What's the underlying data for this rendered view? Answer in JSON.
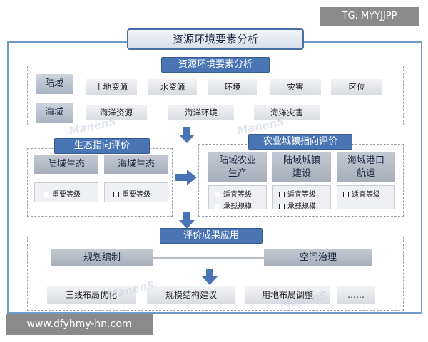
{
  "watermark": {
    "top_right": "TG: MYYJJPP",
    "bottom_left": "www.dfyhmy-hn.com",
    "logo": "ManenS"
  },
  "title": "资源环境要素分析",
  "analysis": {
    "header": "资源环境要素分析",
    "land": {
      "label": "陆域",
      "items": [
        "土地资源",
        "水资源",
        "环境",
        "灾害",
        "区位"
      ]
    },
    "sea": {
      "label": "海域",
      "items": [
        "海洋资源",
        "海洋环境",
        "海洋灾害"
      ]
    }
  },
  "eco": {
    "header": "生态指向评价",
    "columns": [
      {
        "title": "陆域生态",
        "check": "重要等级"
      },
      {
        "title": "海域生态",
        "check": "重要等级"
      }
    ]
  },
  "agri": {
    "header": "农业城镇指向评价",
    "columns": [
      {
        "title_lines": [
          "陆域农业",
          "生产"
        ],
        "checks": [
          "适宜等级",
          "承载规模"
        ]
      },
      {
        "title_lines": [
          "陆域城镇",
          "建设"
        ],
        "checks": [
          "适宜等级",
          "承载规模"
        ]
      },
      {
        "title_lines": [
          "海域港口",
          "航运"
        ],
        "checks": [
          "适宜等级"
        ]
      }
    ]
  },
  "results": {
    "header": "评价成果应用",
    "top": [
      "规划编制",
      "空间治理"
    ],
    "bottom": [
      "三线布局优化",
      "规模结构建议",
      "用地布局调整",
      "……"
    ]
  }
}
